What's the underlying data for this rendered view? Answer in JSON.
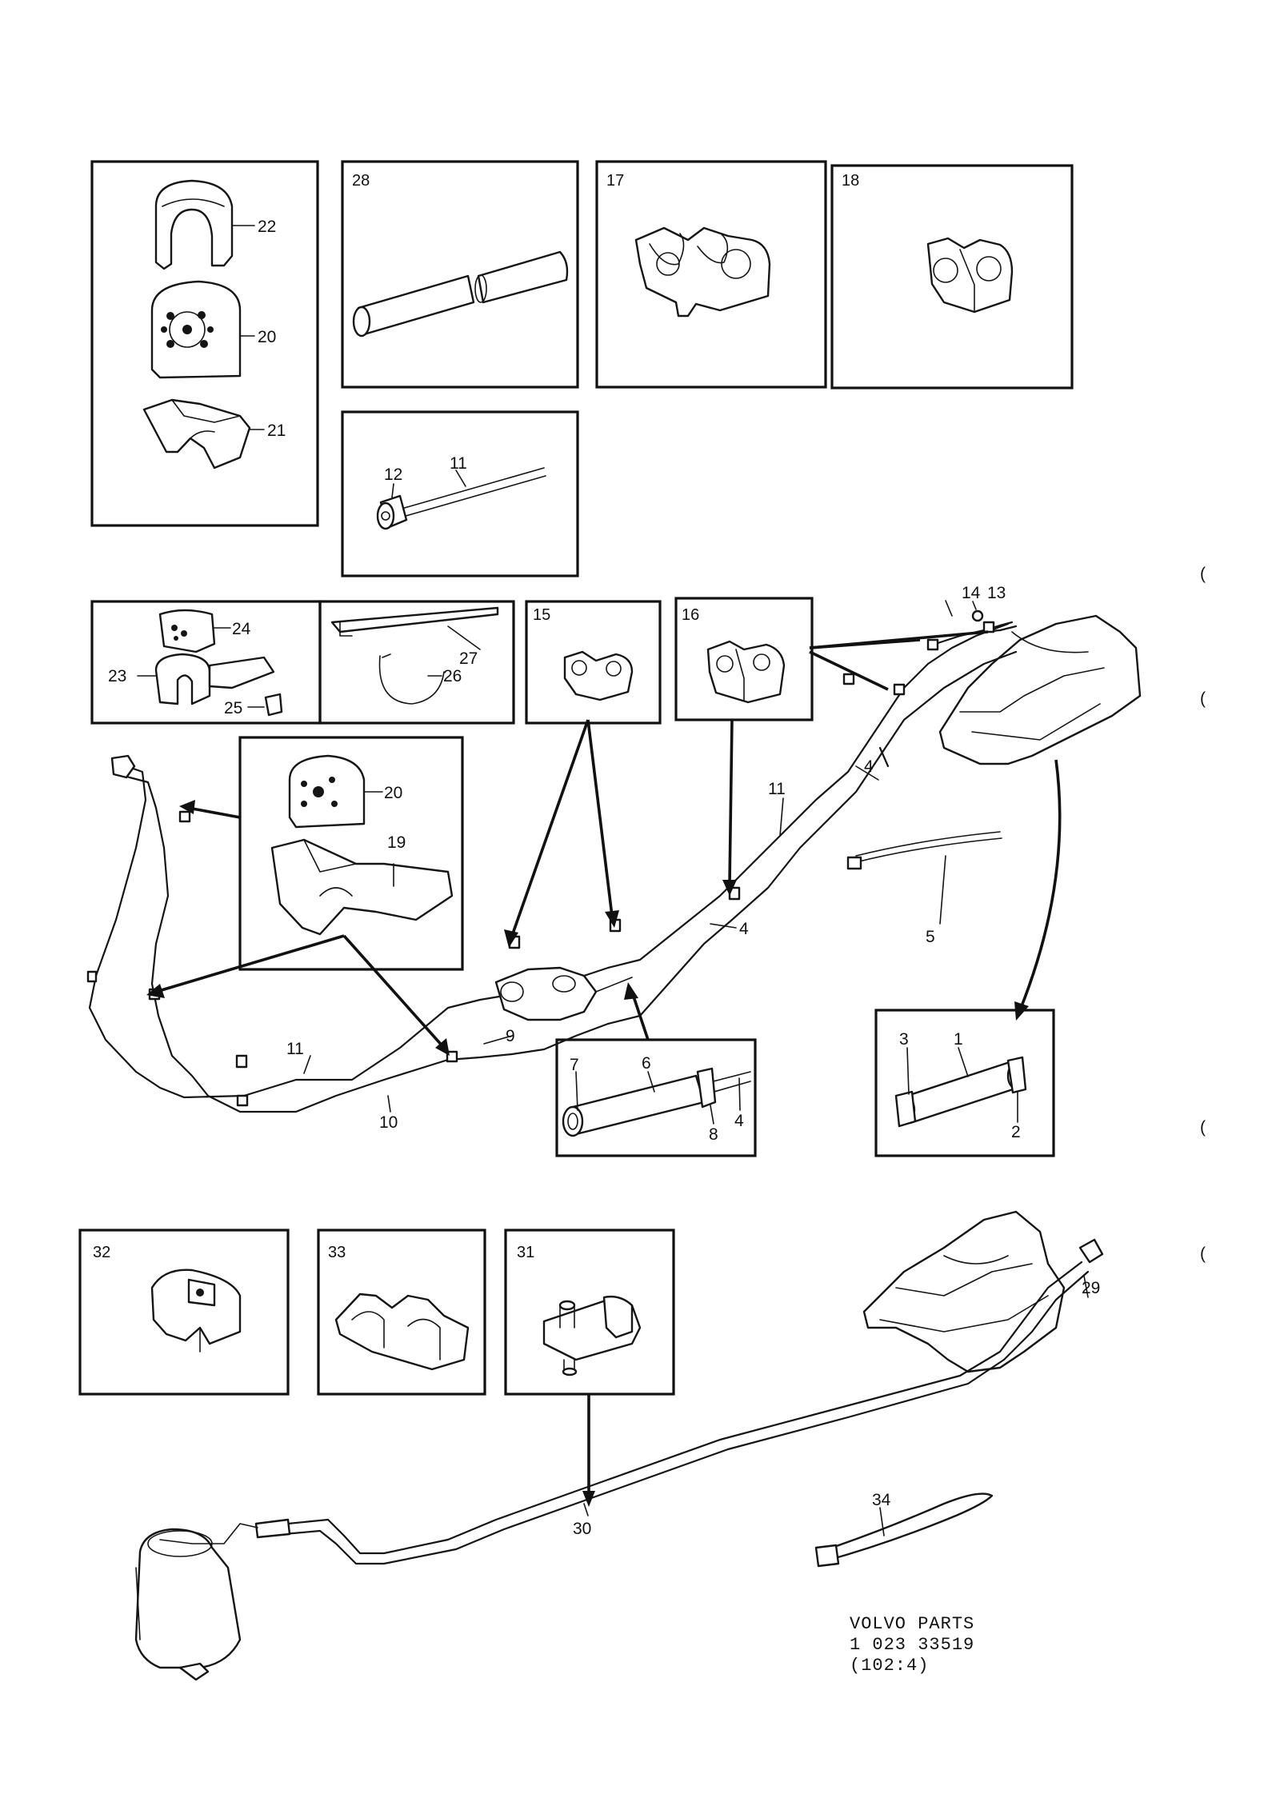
{
  "callouts": {
    "c1": "1",
    "c2": "2",
    "c3": "3",
    "c4a": "4",
    "c4b": "4",
    "c4c": "4",
    "c5": "5",
    "c6": "6",
    "c7": "7",
    "c8": "8",
    "c9": "9",
    "c10": "10",
    "c11a": "11",
    "c11b": "11",
    "c11c": "11",
    "c12": "12",
    "c13": "13",
    "c14": "14",
    "c19": "19",
    "c20a": "20",
    "c20b": "20",
    "c21": "21",
    "c22": "22",
    "c23": "23",
    "c24": "24",
    "c25": "25",
    "c26": "26",
    "c27": "27",
    "c29": "29",
    "c30": "30",
    "c34": "34"
  },
  "box_numbers": {
    "b28": "28",
    "b17": "17",
    "b18": "18",
    "b15": "15",
    "b16": "16",
    "b32": "32",
    "b33": "33",
    "b31": "31"
  },
  "footer": {
    "brand": "VOLVO PARTS",
    "part_number": "1 023 33519",
    "code": "(102:4)"
  },
  "margin_marks": {
    "m1": "(",
    "m2": "(",
    "m3": "(",
    "m4": "("
  }
}
